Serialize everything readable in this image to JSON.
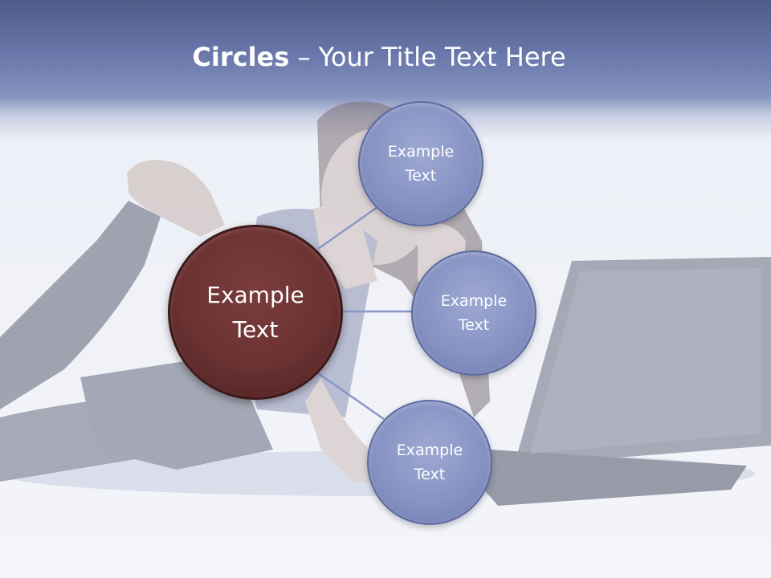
{
  "title": {
    "bold": "Circles",
    "rest": " – Your Title Text Here"
  },
  "diagram": {
    "center": {
      "label": "Example\nText",
      "color": "#6b3232"
    },
    "nodes": [
      {
        "label": "Example\nText",
        "color": "#8693c3"
      },
      {
        "label": "Example\nText",
        "color": "#8693c3"
      },
      {
        "label": "Example\nText",
        "color": "#8693c3"
      }
    ],
    "connector_color": "#8a96c8"
  },
  "background": {
    "header_color": "#5a679a",
    "photo_tint": "#9aa3c4"
  }
}
